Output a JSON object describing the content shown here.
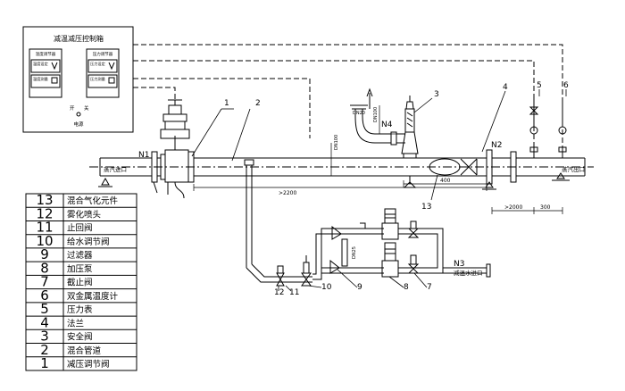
{
  "cabinet": {
    "title": "减温减压控制箱",
    "left_panel_title": "温度调节器",
    "right_panel_title": "压力调节器",
    "row_labels_left": [
      "温度设定",
      "温度测量"
    ],
    "row_labels_right": [
      "压力设定",
      "压力测量"
    ],
    "switch_on": "开",
    "switch_off": "关",
    "power_label": "电源"
  },
  "callouts": {
    "c1": "1",
    "c2": "2",
    "c3": "3",
    "c4": "4",
    "c5": "5",
    "c6": "6",
    "c7": "7",
    "c8": "8",
    "c9": "9",
    "c10": "10",
    "c11": "11",
    "c12": "12",
    "c13": "13"
  },
  "nozzles": {
    "n1": "N1",
    "n2": "N2",
    "n3": "N3",
    "n4": "N4",
    "steam_inlet": "蒸汽进口",
    "steam_outlet": "蒸汽出口",
    "water_inlet": "减温水进口"
  },
  "dimensions": {
    "overall_length": ">2200",
    "dim_400": "400",
    "dim_2000": ">2000",
    "dim_300": "300",
    "vertical_1": "DN100",
    "vertical_2": "DN100",
    "small_label_1": "DN20",
    "vertical_water": "DN25"
  },
  "parts_table": {
    "rows": [
      {
        "num": "13",
        "name": "混合气化元件"
      },
      {
        "num": "12",
        "name": "雾化喷头"
      },
      {
        "num": "11",
        "name": "止回阀"
      },
      {
        "num": "10",
        "name": "给水调节阀"
      },
      {
        "num": "9",
        "name": "过滤器"
      },
      {
        "num": "8",
        "name": "加压泵"
      },
      {
        "num": "7",
        "name": "截止阀"
      },
      {
        "num": "6",
        "name": "双金属温度计"
      },
      {
        "num": "5",
        "name": "压力表"
      },
      {
        "num": "4",
        "name": "法兰"
      },
      {
        "num": "3",
        "name": "安全阀"
      },
      {
        "num": "2",
        "name": "混合管道"
      },
      {
        "num": "1",
        "name": "减压调节阀"
      }
    ]
  }
}
